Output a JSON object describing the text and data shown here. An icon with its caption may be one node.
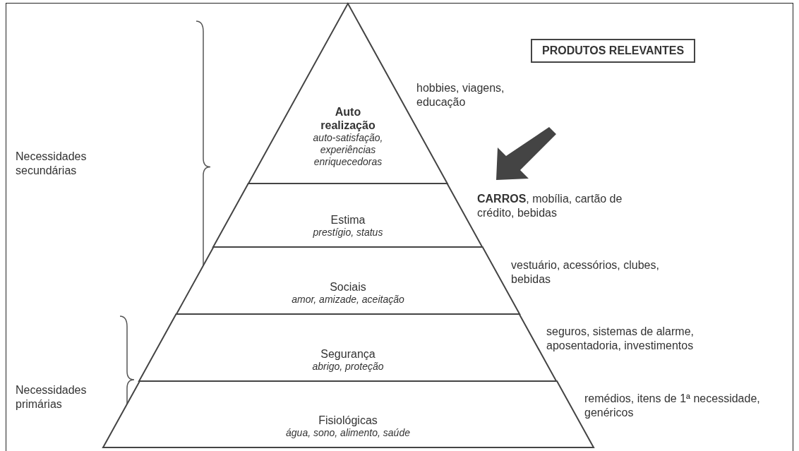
{
  "diagram": {
    "nodes": [
      {
        "text": [
          "PRODUTOS RELEVANTES"
        ]
      },
      {
        "text": [
          "Auto realização",
          "auto-satisfação, experiências enriquecedoras"
        ],
        "beside": [
          "hobbies, viagens, educação"
        ]
      },
      {
        "text": [
          "Estima",
          "prestígio, status"
        ],
        "beside": [
          "**CARROS**, mobília, cartão de crédito, bebidas"
        ]
      },
      {
        "text": [
          "Sociais",
          "amor, amizade, aceitação"
        ],
        "beside": [
          "vestuário, acessórios, clubes, bebidas"
        ]
      },
      {
        "text": [
          "Segurança",
          "abrigo, proteção"
        ],
        "beside": [
          "seguros, sistemas de alarme, aposentadoria, investimentos"
        ]
      },
      {
        "text": [
          "Fisiológicas",
          "água, sono, alimento, saúde"
        ],
        "beside": [
          "remédios, itens de 1ª necessidade, genéricos"
        ]
      }
    ],
    "edges": [],
    "labels": [
      "Necessidades secundárias",
      "Necessidades primárias"
    ]
  }
}
